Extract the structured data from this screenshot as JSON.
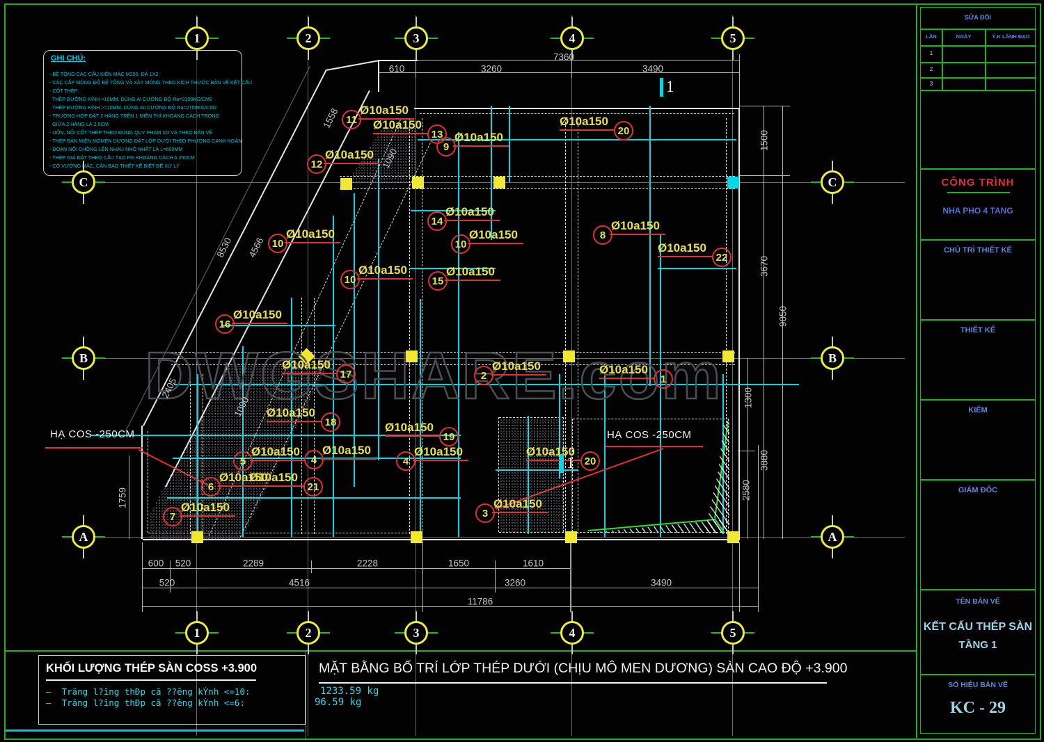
{
  "watermark": "DWGSHARE.com",
  "notes": {
    "title": "GHI CHÚ:",
    "lines": [
      "- BÊ TÔNG CÁC CẤU KIỆN MÁC M250, ĐÁ 1X2",
      "- CÁC CẤP MÓNG ĐỔ BÊ TÔNG VÀ XÂY MÓNG THEO KÍCH THƯỚC BẢN VẼ KẾT CẤU",
      "- CỐT THÉP:",
      "  THÉP ĐƯỜNG KÍNH <10MM, DÙNG AI CƯỜNG ĐỘ Ra=2100KG/CM2",
      "  THÉP ĐƯỜNG KÍNH >=10MM, DÙNG AII CƯỜNG ĐỘ Ra=2700KG/CM2",
      "- TRƯỜNG HỢP ĐẶT 2 HÀNG TRÊN 1 MIỀN THÌ KHOẢNG CÁCH TRONG",
      "  GIỮA 2 HÀNG LÀ 2,5CM",
      "- UỐN, NỐI CỐT THÉP THEO ĐÚNG QUY PHẠM XD VÀ THEO BẢN VẼ",
      "- THÉP BẢN MIỀN MOMEN DƯƠNG ĐẶT LỚP DƯỚI THEO PHƯƠNG CẠNH NGẮN",
      "- ĐOẠN NỐI CHỒNG LÊN NHAU NHỎ NHẤT LÀ L=600MM",
      "- THÉP GIÁ ĐẶT THEO CẤU TẠO FI6 KHOẢNG CÁCH A 250CM",
      "- CÓ VƯỚNG MẮC, CẦN BÁO THIẾT KẾ BIẾT ĐỂ XỬ LÝ"
    ]
  },
  "grid": {
    "cols": [
      "1",
      "2",
      "3",
      "4",
      "5"
    ],
    "rows": [
      "C",
      "B",
      "A"
    ]
  },
  "dims": {
    "top": [
      "7360",
      "610",
      "3260",
      "3490"
    ],
    "bottom": [
      "600",
      "520",
      "2289",
      "2228",
      "1650",
      "1610",
      "520",
      "4516",
      "3260",
      "3490",
      "11786"
    ],
    "right": [
      "1500",
      "3670",
      "9050",
      "1300",
      "3880",
      "2580"
    ],
    "left": [
      "8530",
      "4566",
      "1558",
      "2405",
      "1090",
      "1090",
      "1759"
    ]
  },
  "callouts": [
    {
      "n": "11",
      "text": "Ø10a150"
    },
    {
      "n": "12",
      "text": "Ø10a150"
    },
    {
      "n": "13",
      "text": "Ø10a150"
    },
    {
      "n": "9",
      "text": "Ø10a150"
    },
    {
      "n": "20",
      "text": "Ø10a150"
    },
    {
      "n": "14",
      "text": "Ø10a150"
    },
    {
      "n": "10",
      "text": "Ø10a150"
    },
    {
      "n": "8",
      "text": "Ø10a150"
    },
    {
      "n": "22",
      "text": "Ø10a150"
    },
    {
      "n": "15",
      "text": "Ø10a150"
    },
    {
      "n": "10",
      "text": "Ø10a150"
    },
    {
      "n": "10",
      "text": "Ø10a150"
    },
    {
      "n": "16",
      "text": "Ø10a150"
    },
    {
      "n": "17",
      "text": "Ø10a150"
    },
    {
      "n": "18",
      "text": "Ø10a150"
    },
    {
      "n": "19",
      "text": "Ø10a150"
    },
    {
      "n": "5",
      "text": "Ø10a150"
    },
    {
      "n": "4",
      "text": "Ø10a150"
    },
    {
      "n": "4",
      "text": "Ø10a150"
    },
    {
      "n": "6",
      "text": "Ø10a150"
    },
    {
      "n": "21",
      "text": "Ø10a150"
    },
    {
      "n": "7",
      "text": "Ø10a150"
    },
    {
      "n": "2",
      "text": "Ø10a150"
    },
    {
      "n": "1",
      "text": "Ø10a150"
    },
    {
      "n": "20",
      "text": "Ø10a150"
    },
    {
      "n": "3",
      "text": "Ø10a150"
    }
  ],
  "annotations": {
    "drop_left": "HẠ COS -250CM",
    "drop_right": "HẠ COS -250CM",
    "section_marker": "1"
  },
  "plan_title": "MẶT BẰNG BỐ TRÍ LỚP THÉP DƯỚI (CHỊU MÔ MEN DƯƠNG) SÀN CAO ĐỘ +3.900",
  "quantity": {
    "title": "KHỐI LƯỢNG THÉP SÀN  COSS +3.900",
    "rows": [
      {
        "label": "–  Träng l?îng thĐp cã ??êng kÝnh <=10:",
        "value": "1233.59 kg"
      },
      {
        "label": "–  Träng l?îng thĐp cã ??êng kÝnh <=6:",
        "value": "96.59 kg"
      }
    ]
  },
  "title_block": {
    "revision": {
      "title": "SỬA ĐỔI",
      "cols": [
        "LẦN",
        "NGÀY",
        "Ý.K LÃNH ĐẠO"
      ],
      "rows": [
        "1",
        "2",
        "3"
      ]
    },
    "project_label": "CÔNG TRÌNH",
    "project_name": "NHA PHO 4 TANG",
    "sections": [
      "CHỦ TRÌ THIẾT KẾ",
      "THIẾT KẾ",
      "KIỂM",
      "GIÁM ĐỐC"
    ],
    "drawing_name_label": "TÊN BẢN VẼ",
    "drawing_name_line1": "KẾT CẤU THÉP SÀN",
    "drawing_name_line2": "TẦNG 1",
    "drawing_no_label": "SỐ HIỆU BẢN VẼ",
    "drawing_no": "KC - 29"
  },
  "colors": {
    "frame_green": "#1ab51a",
    "rebar_cyan": "#00d8e8",
    "label_yellow": "#e8e04a",
    "callout_red": "#e03232",
    "grid_yellow": "#ecec3c",
    "title_red": "#e03038",
    "title_blue": "#5d8ae0",
    "value_cyan": "#9fd4e4"
  }
}
